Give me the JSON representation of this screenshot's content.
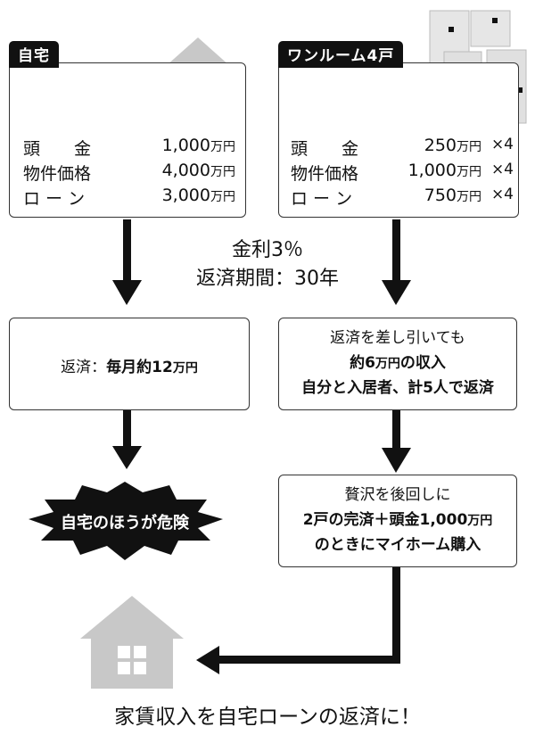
{
  "left": {
    "tab": "自宅",
    "rows": [
      {
        "label": "頭　　金",
        "value": "1,000",
        "unit": "万円"
      },
      {
        "label": "物件価格",
        "value": "4,000",
        "unit": "万円"
      },
      {
        "label": "ロ ー ン",
        "value": "3,000",
        "unit": "万円"
      }
    ],
    "repay_prefix": "返済：",
    "repay_main": "毎月約12",
    "repay_unit": "万円",
    "danger": "自宅のほうが危険"
  },
  "right": {
    "tab": "ワンルーム4戸",
    "rows": [
      {
        "label": "頭　　金",
        "value": "250",
        "unit": "万円",
        "mult": "×4"
      },
      {
        "label": "物件価格",
        "value": "1,000",
        "unit": "万円",
        "mult": "×4"
      },
      {
        "label": "ロ ー ン",
        "value": "750",
        "unit": "万円",
        "mult": "×4"
      }
    ],
    "box1_line1": "返済を差し引いても",
    "box1_line2_a": "約6",
    "box1_line2_unit": "万円",
    "box1_line2_b": "の収入",
    "box1_line3": "自分と入居者、計5人で返済",
    "box2_line1": "贅沢を後回しに",
    "box2_line2_a": "2戸の完済＋頭金1,000",
    "box2_line2_unit": "万円",
    "box2_line3": "のときにマイホーム購入"
  },
  "middle": {
    "rate": "金利3％",
    "period": "返済期間：30年"
  },
  "footer": "家賃収入を自宅ローンの返済に！",
  "colors": {
    "icon_gray": "#c8c8c8",
    "line": "#111111"
  }
}
